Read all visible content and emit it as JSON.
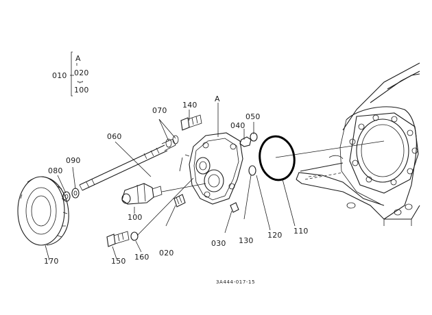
{
  "legend": {
    "key_label": "010",
    "variant_a": "A",
    "range_start": "020",
    "range_tilde": "}",
    "range_end": "100"
  },
  "callouts": {
    "p010": "010",
    "p020": "020",
    "p030": "030",
    "p040": "040",
    "p050": "050",
    "p060": "060",
    "p070": "070",
    "p080": "080",
    "p090": "090",
    "p100": "100",
    "p110": "110",
    "p120": "120",
    "p130": "130",
    "p140": "140",
    "p150": "150",
    "p160": "160",
    "p170": "170",
    "marker_a": "A"
  },
  "drawing_code": "3A444-017-15",
  "colors": {
    "ink": "#1a1a1a",
    "paper": "#ffffff"
  }
}
